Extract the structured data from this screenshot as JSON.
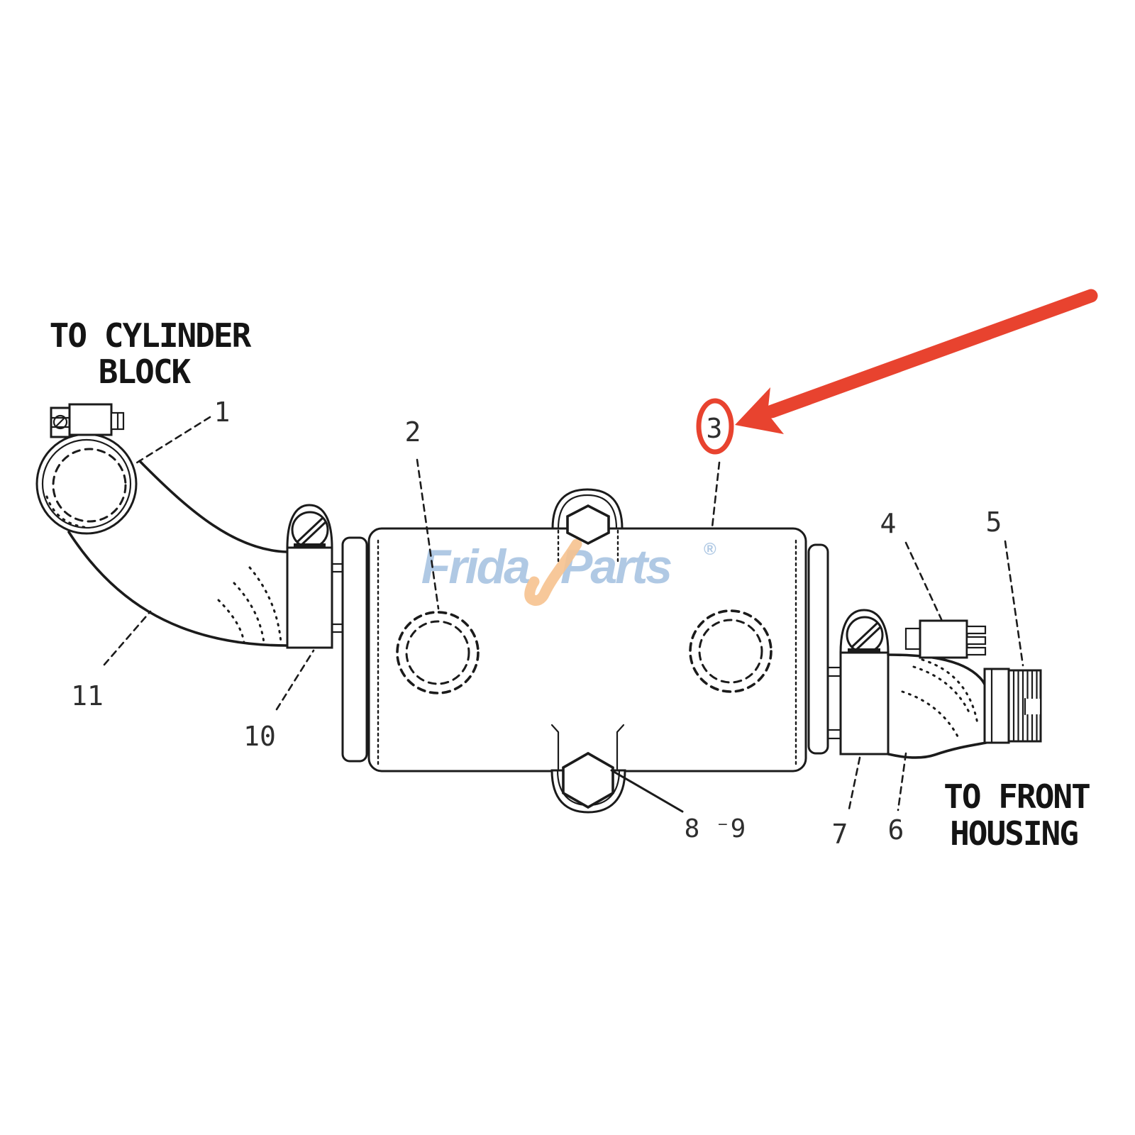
{
  "colors": {
    "line": "#1b1b1b",
    "number": "#2e2e2e",
    "red": "#e8432f",
    "logo_blue": "#a3c0e0",
    "logo_orange": "#f6c28f",
    "background": "#ffffff"
  },
  "annotations": {
    "to_cylinder_block_line1": "TO CYLINDER",
    "to_cylinder_block_line2": "BLOCK",
    "to_front_housing_line1": "TO FRONT",
    "to_front_housing_line2": "HOUSING"
  },
  "watermark": {
    "text_left": "Frida",
    "text_right": "Parts",
    "registered": "®"
  },
  "callouts": [
    {
      "label": "1"
    },
    {
      "label": "2"
    },
    {
      "label": "3",
      "highlighted": true
    },
    {
      "label": "4"
    },
    {
      "label": "5"
    },
    {
      "label": "6"
    },
    {
      "label": "7"
    },
    {
      "label": "8 ⁻9"
    },
    {
      "label": "10"
    },
    {
      "label": "11"
    }
  ],
  "highlight": {
    "shape": "red-circle-and-arrow",
    "circled_callout": "3"
  }
}
